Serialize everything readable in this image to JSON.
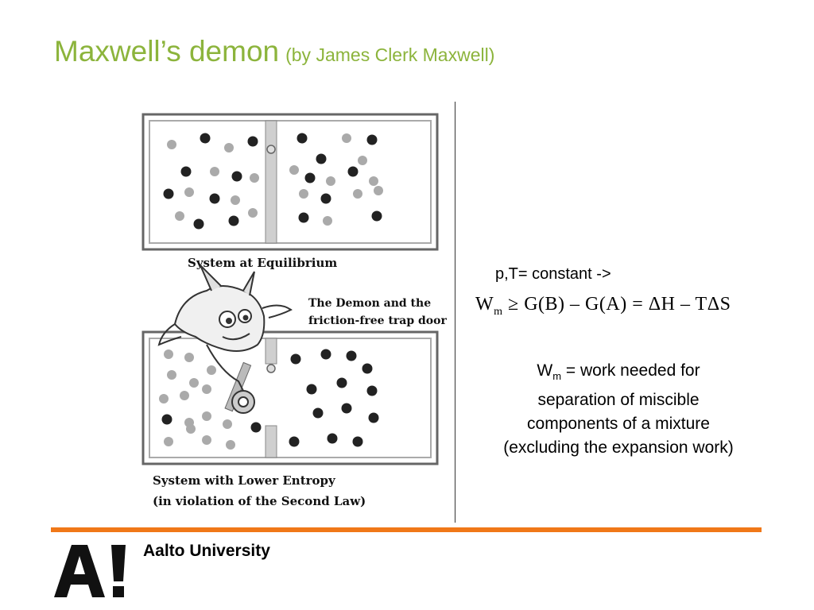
{
  "slide": {
    "title_main": "Maxwell’s demon",
    "title_sub": "(by  James Clerk Maxwell)"
  },
  "figure": {
    "caption_top": "System at Equilibrium",
    "demon_label_line1": "The Demon and the",
    "demon_label_line2": "friction-free trap door",
    "caption_bottom_line1": "System with Lower Entropy",
    "caption_bottom_line2": "(in violation of the Second Law)"
  },
  "text": {
    "condition": "p,T= constant ->",
    "formula_w": "W",
    "formula_sub": "m",
    "formula_rest": "≥ G(B) – G(A) = ΔH – TΔS",
    "desc_w": "W",
    "desc_sub": "m",
    "desc_line1_rest": " = work needed for",
    "desc_line2": "separation of miscible",
    "desc_line3": "components of a mixture",
    "desc_line4": "(excluding the expansion work)"
  },
  "footer": {
    "university": "Aalto University",
    "logo_text": "A!",
    "bar_color": "#f07818",
    "title_color": "#8cb43c"
  }
}
